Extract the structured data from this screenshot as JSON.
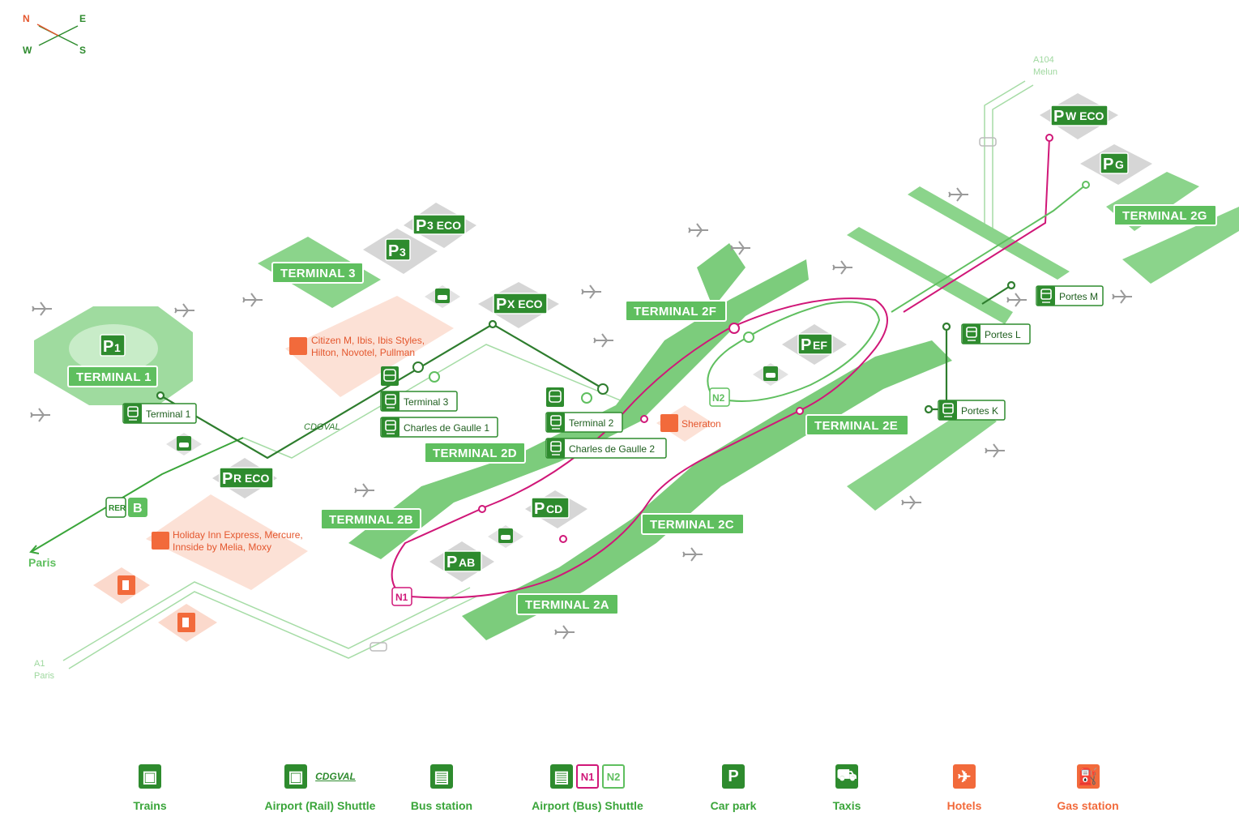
{
  "compass": {
    "n": "N",
    "e": "E",
    "w": "W",
    "s": "S"
  },
  "terminals": [
    "TERMINAL 1",
    "TERMINAL 3",
    "TERMINAL 2F",
    "TERMINAL 2G",
    "TERMINAL 2D",
    "TERMINAL 2B",
    "TERMINAL 2E",
    "TERMINAL 2C",
    "TERMINAL 2A"
  ],
  "parkings": {
    "p1": {
      "p": "P",
      "suffix": "1"
    },
    "p3": {
      "p": "P",
      "suffix": "3"
    },
    "p3eco": {
      "p": "P",
      "suffix": "3 ECO"
    },
    "pxeco": {
      "p": "P",
      "suffix": "X ECO"
    },
    "preco": {
      "p": "P",
      "suffix": "R ECO"
    },
    "pef": {
      "p": "P",
      "suffix": "EF"
    },
    "pcd": {
      "p": "P",
      "suffix": "CD"
    },
    "pab": {
      "p": "P",
      "suffix": "AB"
    },
    "pweco": {
      "p": "P",
      "suffix": "W ECO"
    },
    "pg": {
      "p": "P",
      "suffix": "G"
    }
  },
  "stations": {
    "terminal1": "Terminal 1",
    "terminal3": "Terminal 3",
    "cdg1": "Charles de Gaulle 1",
    "terminal2": "Terminal 2",
    "cdg2": "Charles de Gaulle 2",
    "portesM": "Portes M",
    "portesL": "Portes L",
    "portesK": "Portes K"
  },
  "hotels": {
    "group1_line1": "Citizen M,  Ibis, Ibis Styles,",
    "group1_line2": "Hilton, Novotel, Pullman",
    "group2_line1": "Holiday Inn Express, Mercure,",
    "group2_line2": "Innside by Melia, Moxy",
    "sheraton": "Sheraton"
  },
  "roads": {
    "a104": "A104",
    "melun": "Melun",
    "a1": "A1",
    "paris_road": "Paris",
    "paris_rer": "Paris"
  },
  "rail": {
    "cdgval": "CDGVAL",
    "rer": "RER",
    "b": "B"
  },
  "bus_lines": {
    "n1": "N1",
    "n2": "N2"
  },
  "legend": {
    "trains": "Trains",
    "rail_shuttle": "Airport (Rail) Shuttle",
    "cdgval_tag": "CDGVAL",
    "bus_station": "Bus station",
    "bus_shuttle": "Airport (Bus) Shuttle",
    "n1": "N1",
    "n2": "N2",
    "car_park": "Car park",
    "p": "P",
    "taxis": "Taxis",
    "hotels": "Hotels",
    "gas": "Gas station"
  },
  "colors": {
    "terminal_green": "#6cc46c",
    "dark_green": "#2e8b2e",
    "light_green": "#9fd89f",
    "magenta": "#d01778",
    "orange": "#f26a3b",
    "hotel_bg": "#fbd9cc"
  }
}
